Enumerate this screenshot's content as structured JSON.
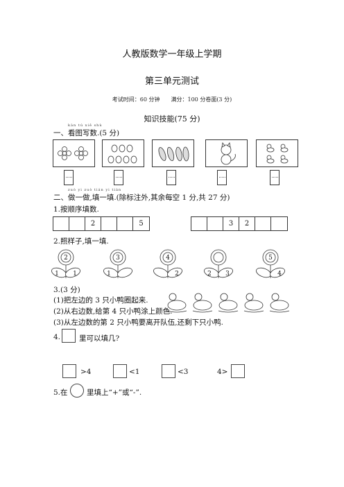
{
  "header": {
    "title": "人教版数学一年级上学期",
    "subtitle": "第三单元测试",
    "meta": "考试时间：60 分钟　　满分：100 分卷面(3 分)"
  },
  "section_title": "知识技能(75 分)",
  "q1": {
    "pinyin": "kàn  tú  xiě  shù",
    "heading": "一、看图写数.(5 分)",
    "pictures": [
      "flowers-icon",
      "peppers-icon",
      "corn-icon",
      "cat-icon",
      "ducks-icon"
    ]
  },
  "q2": {
    "pinyin": "zuò  yi  zuò  tián  yi  tián",
    "heading": "二、做一做,填一填.(除标注外,其余每空 1 分,共 27 分)",
    "p1": {
      "label": "1.按顺序填数.",
      "row_a": [
        "",
        "",
        "2",
        "",
        "",
        "5"
      ],
      "row_b": [
        "",
        "",
        "3",
        "2",
        "",
        ""
      ]
    },
    "p2": {
      "label": "2.照样子,填一填.",
      "flowers": [
        {
          "top": "2",
          "left": "1",
          "right": "1"
        },
        {
          "top": "3",
          "left": "1",
          "right": ""
        },
        {
          "top": "4",
          "left": "",
          "right": "2"
        },
        {
          "top": "",
          "left": "2",
          "right": "3"
        },
        {
          "top": "5",
          "left": "",
          "right": "4"
        }
      ]
    },
    "p3": {
      "label": "3.(3 分)",
      "lines": [
        "(1)把左边的 3 只小鸭圈起来.",
        "(2)从右边数,给第 4 只小鸭涂上颜色.",
        "(3)从左边数的第 2 只小鸭要离开队伍,还剩下只小鸭."
      ]
    },
    "p4": {
      "label": "4.",
      "text": "里可以填几?",
      "items": [
        ">4",
        "<1",
        "<3",
        "4>"
      ]
    },
    "p5": {
      "label": "5.在",
      "text": "里填上“+”或“-”."
    }
  }
}
